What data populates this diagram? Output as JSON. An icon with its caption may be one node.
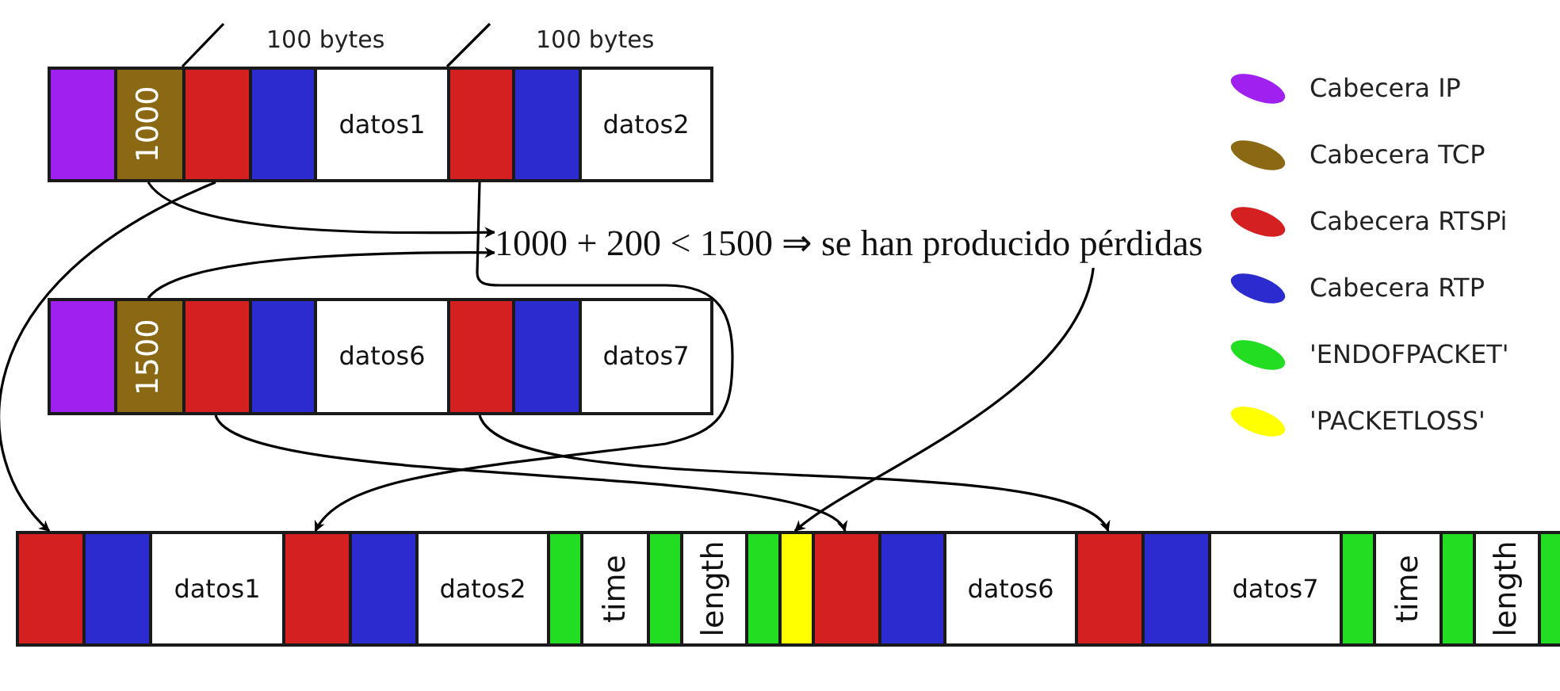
{
  "diagram": {
    "nodes": [
      {
        "text": [],
        "shape": "box"
      },
      {
        "text": [
          "1000"
        ]
      },
      {
        "text": [],
        "shape": "box"
      },
      {
        "text": [],
        "shape": "box"
      },
      {
        "text": [
          "datos1"
        ]
      },
      {
        "text": [],
        "shape": "box"
      },
      {
        "text": [],
        "shape": "box"
      },
      {
        "text": [
          "datos2"
        ]
      },
      {
        "text": [
          "1000 + 200 < 1500 ⇒ se han producido pérdidas"
        ]
      },
      {
        "text": [],
        "shape": "box"
      },
      {
        "text": [
          "1500"
        ]
      },
      {
        "text": [],
        "shape": "box"
      },
      {
        "text": [],
        "shape": "box"
      },
      {
        "text": [
          "datos6"
        ]
      },
      {
        "text": [],
        "shape": "box"
      },
      {
        "text": [],
        "shape": "box"
      },
      {
        "text": [
          "datos7"
        ]
      },
      {
        "text": [],
        "shape": "box"
      },
      {
        "text": [],
        "shape": "box"
      },
      {
        "text": [
          "datos1"
        ]
      },
      {
        "text": [],
        "shape": "box"
      },
      {
        "text": [],
        "shape": "box"
      },
      {
        "text": [
          "datos2"
        ]
      },
      {
        "text": [],
        "shape": "box"
      },
      {
        "text": [
          "time"
        ]
      },
      {
        "text": [],
        "shape": "box"
      },
      {
        "text": [
          "length"
        ]
      },
      {
        "text": [],
        "shape": "box"
      },
      {
        "text": [],
        "shape": "box"
      },
      {
        "text": [],
        "shape": "box"
      },
      {
        "text": [],
        "shape": "box"
      },
      {
        "text": [
          "datos6"
        ]
      },
      {
        "text": [],
        "shape": "box"
      },
      {
        "text": [],
        "shape": "box"
      },
      {
        "text": [
          "datos7"
        ]
      },
      {
        "text": [],
        "shape": "box"
      },
      {
        "text": [
          "time"
        ]
      },
      {
        "text": [],
        "shape": "box"
      },
      {
        "text": [
          "length"
        ]
      },
      {
        "text": [],
        "shape": "box"
      }
    ],
    "edges": [
      {
        "from": 1,
        "to": 8,
        "arrow": "to"
      },
      {
        "from": 10,
        "to": 8,
        "arrow": "to"
      },
      {
        "from": 2,
        "to": 17,
        "arrow": "to"
      },
      {
        "from": 5,
        "to": 20,
        "arrow": "to"
      },
      {
        "from": 8,
        "to": 28,
        "arrow": "to"
      },
      {
        "from": 11,
        "to": 29,
        "arrow": "to"
      },
      {
        "from": 14,
        "to": 32,
        "arrow": "to"
      }
    ],
    "labels": [
      "100 bytes",
      "100 bytes"
    ],
    "legend": [
      {
        "text": "Cabecera IP",
        "color": "#a020f0"
      },
      {
        "text": "Cabecera TCP",
        "color": "#8b6914"
      },
      {
        "text": "Cabecera RTSPi",
        "color": "#d42020"
      },
      {
        "text": "Cabecera RTP",
        "color": "#2b2bd0"
      },
      {
        "text": "'ENDOFPACKET'",
        "color": "#22dd22"
      },
      {
        "text": "'PACKETLOSS'",
        "color": "#ffff00"
      }
    ]
  }
}
